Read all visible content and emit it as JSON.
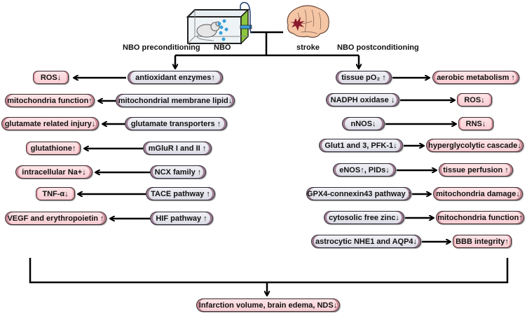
{
  "header": {
    "nbo_label": "NBO",
    "stroke_label": "stroke",
    "pre_label": "NBO preconditioning",
    "post_label": "NBO postconditioning"
  },
  "preconditioning": [
    {
      "cause": "antioxidant enzymes↑",
      "effect": "ROS↓"
    },
    {
      "cause": "mitochondrial membrane lipid↓",
      "effect": "mitochondria function↑"
    },
    {
      "cause": "glutamate transporters ↑",
      "effect": "glutamate related injury↓"
    },
    {
      "cause": "mGluR I and II ↑",
      "effect": "glutathione↑"
    },
    {
      "cause": "NCX family ↑",
      "effect": "intracellular Na+↓"
    },
    {
      "cause": "TACE pathway ↑",
      "effect": "TNF-α↓"
    },
    {
      "cause": "HIF pathway ↑",
      "effect": "VEGF and erythropoietin ↑"
    }
  ],
  "postconditioning": [
    {
      "cause": "tissue pO₂ ↑",
      "effect": "aerobic metabolism ↑"
    },
    {
      "cause": "NADPH oxidase ↓",
      "effect": "ROS↓"
    },
    {
      "cause": "nNOS↓",
      "effect": "RNS↓"
    },
    {
      "cause": "Glut1 and 3, PFK-1↓",
      "effect": "hyperglycolytic cascade↓"
    },
    {
      "cause": "eNOS↑, PIDs↓",
      "effect": "tissue perfusion ↑"
    },
    {
      "cause": "GPX4-connexin43 pathway ↑",
      "effect": "mitochondria damage↓"
    },
    {
      "cause": "cytosolic free zinc↓",
      "effect": "mitochondria function↑"
    },
    {
      "cause": "astrocytic NHE1 and AQP4↓",
      "effect": "BBB integrity↑"
    }
  ],
  "outcome": "Infarction volume, brain edema, NDS↓"
}
